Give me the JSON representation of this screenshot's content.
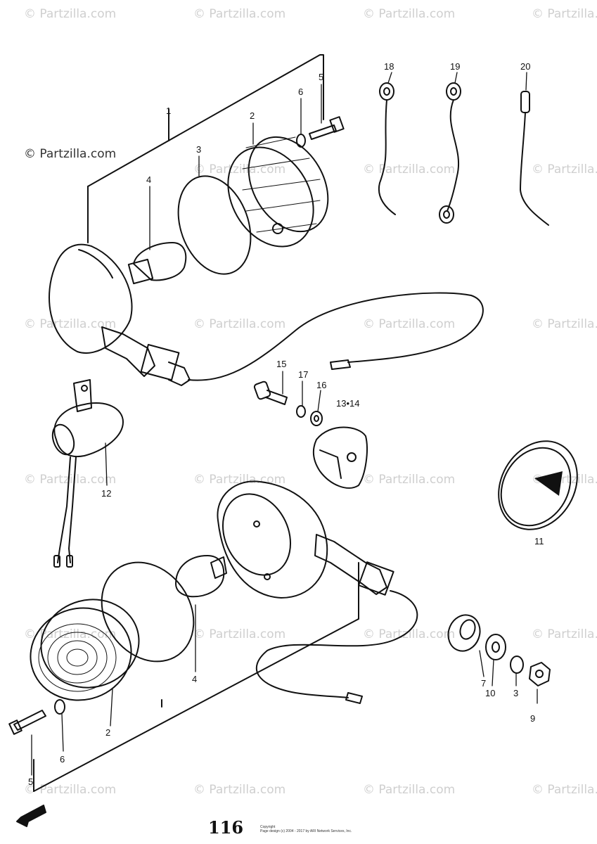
{
  "watermark": "© Partzilla.com",
  "copyright_notice": "© Partzilla.com",
  "page_number": "116",
  "footer_lines": [
    "Copyright",
    "Page design (c) 2004 - 2017 by ARI Network Services, Inc."
  ],
  "callouts": {
    "c1": "1",
    "c2a": "2",
    "c3a": "3",
    "c4a": "4",
    "c5a": "5",
    "c6a": "6",
    "c18": "18",
    "c19": "19",
    "c20": "20",
    "c15": "15",
    "c17": "17",
    "c16": "16",
    "c13_14": "13•14",
    "c12": "12",
    "c11": "11",
    "c4b": "4",
    "c2b": "2",
    "c6b": "6",
    "c5b": "5",
    "c7": "7",
    "c10": "10",
    "c3b": "3",
    "c9": "9"
  }
}
